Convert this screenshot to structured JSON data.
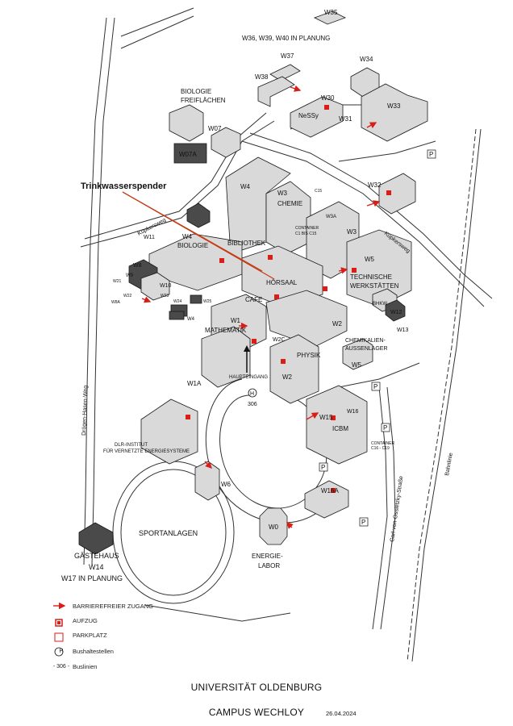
{
  "callout": {
    "label": "Trinkwasserspender"
  },
  "streets": {
    "kupkersweg_w": "Küpkersweg",
    "kupkersweg_e": "Küpkersweg",
    "drogen_hasen_weg": "Drögen-Hasen-Weg",
    "ossietzky": "Carl-von-Ossietzky-Straße",
    "bahnlinie": "Bahnlinie"
  },
  "buildings": {
    "w35": "W35",
    "planning_north": "W36, W39, W40  IN  PLANUNG",
    "w37": "W37",
    "w38": "W38",
    "w34": "W34",
    "w30": "W30",
    "nessy": "NeSSy",
    "w31": "W31",
    "w33": "W33",
    "w07": "W07",
    "w07a": "W07A",
    "biologie_fl_1": "BIOLOGIE",
    "biologie_fl_2": "FREIFLÄCHEN",
    "w4": "W4",
    "w3": "W3",
    "chemie": "CHEMIE",
    "c15": "C15",
    "container_1": "CONTAINER",
    "container_2": "C1  BIS  C15",
    "w3a": "W3A",
    "w32": "W32",
    "w11": "W11",
    "w4_bio": "W4",
    "biologie": "BIOLOGIE",
    "bibliothek": "BIBLIOTHEK",
    "w3b": "W3",
    "w8": "W8",
    "w9": "W9",
    "w10": "W10",
    "w21": "W21",
    "w22": "W22",
    "w8a": "W8A",
    "w23": "W23",
    "w24": "W24",
    "w25": "W25",
    "w4_small": "W4",
    "horsaal": "HÖRSAAL",
    "cafe": "CAFE",
    "w5": "W5",
    "techn_1": "TECHNISCHE",
    "techn_2": "WERKSTÄTTEN",
    "bhkw": "BHKW",
    "w12": "W12",
    "w13": "W13",
    "w1": "W1",
    "mathematik": "MATHEMATIK",
    "w2": "W2",
    "w2c": "W2C",
    "physik": "PHYSIK",
    "chemlager_1": "CHEMIKALIEN-",
    "chemlager_2": "AUSSENLAGER",
    "w5b": "W5",
    "w1a": "W1A",
    "haupteingang": "HAUPTEINGANG",
    "w2b": "W2",
    "w15": "W15",
    "icbm": "ICBM",
    "w16": "W16",
    "container_s": "CONTAINER",
    "container_c16": "C16 - C19",
    "dlr_1": "DLR-INSTITUT",
    "dlr_2": "FÜR VERNETZTE ENERGIESYSTEME",
    "w6": "W6",
    "w16a": "W16A",
    "sportanlagen": "SPORTANLAGEN",
    "w0": "W0",
    "energie_1": "ENERGIE-",
    "energie_2": "LABOR",
    "gaestehaus": "GÄSTEHAUS",
    "w14": "W14",
    "w17_planning": "W17  IN  PLANUNG"
  },
  "bus": {
    "stop": "H",
    "line": "306"
  },
  "parking_symbol": "P",
  "legend": {
    "access": "BARRIEREFREIER ZUGANG",
    "elevator": "AUFZUG",
    "parking": "PARKPLATZ",
    "bus_stop": "Bushaltestellen",
    "bus_stop_symbol": "H",
    "bus_line": "Buslinien",
    "bus_line_symbol": "- 306 -"
  },
  "footer": {
    "title": "UNIVERSITÄT OLDENBURG",
    "subtitle": "CAMPUS WECHLOY",
    "date": "26.04.2024"
  },
  "colors": {
    "accent": "#d91e18",
    "building_fill": "#d9d9d9",
    "building_stroke": "#1a1a1a",
    "dark": "#333333"
  }
}
